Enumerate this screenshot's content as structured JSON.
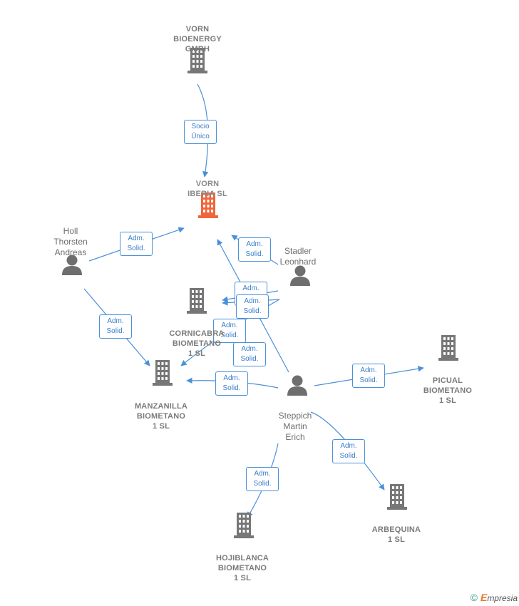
{
  "nodes": [
    {
      "id": "vorn_bioenergy",
      "kind": "company",
      "label": "VORN\nBIOENERGY\nGMBH"
    },
    {
      "id": "vorn_iberia",
      "kind": "focus",
      "label": "VORN\nIBERIA  SL"
    },
    {
      "id": "holl",
      "kind": "person",
      "label": "Holl\nThorsten\nAndreas"
    },
    {
      "id": "stadler",
      "kind": "person",
      "label": "Stadler\nLeonhard"
    },
    {
      "id": "cornicabra",
      "kind": "company",
      "label": "CORNICABRA\nBIOMETANO\n1  SL"
    },
    {
      "id": "manzanilla",
      "kind": "company",
      "label": "MANZANILLA\nBIOMETANO\n1  SL"
    },
    {
      "id": "steppich",
      "kind": "person",
      "label": "Steppich\nMartin\nErich"
    },
    {
      "id": "picual",
      "kind": "company",
      "label": "PICUAL\nBIOMETANO\n1  SL"
    },
    {
      "id": "arbequina",
      "kind": "company",
      "label": "ARBEQUINA\n1  SL"
    },
    {
      "id": "hojiblanca",
      "kind": "company",
      "label": "HOJIBLANCA\nBIOMETANO\n1  SL"
    }
  ],
  "edges": [
    {
      "from": "vorn_bioenergy",
      "to": "vorn_iberia",
      "label": "Socio\nÚnico"
    },
    {
      "from": "holl",
      "to": "vorn_iberia",
      "label": "Adm.\nSolid."
    },
    {
      "from": "holl",
      "to": "manzanilla",
      "label": "Adm.\nSolid."
    },
    {
      "from": "stadler",
      "to": "vorn_iberia",
      "label": "Adm.\nSolid."
    },
    {
      "from": "stadler",
      "to": "cornicabra",
      "label": "Adm.\nSolid."
    },
    {
      "from": "stadler",
      "to": "cornicabra",
      "label": "Adm.\nSolid."
    },
    {
      "from": "stadler",
      "to": "manzanilla",
      "label": "Adm.\nSolid."
    },
    {
      "from": "steppich",
      "to": "vorn_iberia",
      "label": "Adm.\nSolid."
    },
    {
      "from": "steppich",
      "to": "manzanilla",
      "label": "Adm.\nSolid."
    },
    {
      "from": "steppich",
      "to": "picual",
      "label": "Adm.\nSolid."
    },
    {
      "from": "steppich",
      "to": "arbequina",
      "label": "Adm.\nSolid."
    },
    {
      "from": "steppich",
      "to": "hojiblanca",
      "label": "Adm.\nSolid."
    }
  ],
  "colors": {
    "edge": "#4a90d9",
    "company_icon": "#777777",
    "focus_icon": "#f0663a",
    "person_icon": "#6e6e6e"
  },
  "footer": {
    "copyright": "©",
    "brand_initial": "E",
    "brand_rest": "mpresia"
  }
}
